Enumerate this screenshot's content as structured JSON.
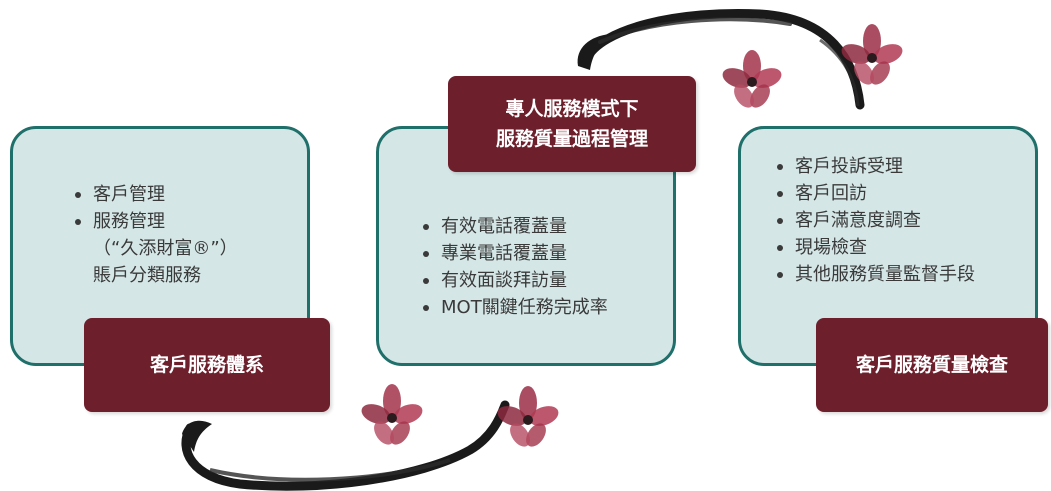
{
  "panels": [
    {
      "title": "客戶服務體系",
      "items": [
        "客戶管理",
        "服務管理"
      ],
      "item_sub": [
        "（“久添財富®”）",
        "賬戶分類服務"
      ]
    },
    {
      "title_line1": "專人服務模式下",
      "title_line2": "服務質量過程管理",
      "items": [
        "有效電話覆蓋量",
        "專業電話覆蓋量",
        "有效面談拜訪量",
        "MOT關鍵任務完成率"
      ]
    },
    {
      "title": "客戶服務質量檢查",
      "items": [
        "客戶投訴受理",
        "客戶回訪",
        "客戶滿意度調查",
        "現場檢查",
        "其他服務質量監督手段"
      ]
    }
  ],
  "colors": {
    "panel_fill": "#d5e6e6",
    "panel_border": "#1f6f6a",
    "label_fill": "#6e1f2c",
    "label_text": "#ffffff",
    "ink": "#1a1a1a",
    "blossom": "#a3324a"
  },
  "decorations": [
    "ink-brush-arrow",
    "plum-blossom"
  ]
}
